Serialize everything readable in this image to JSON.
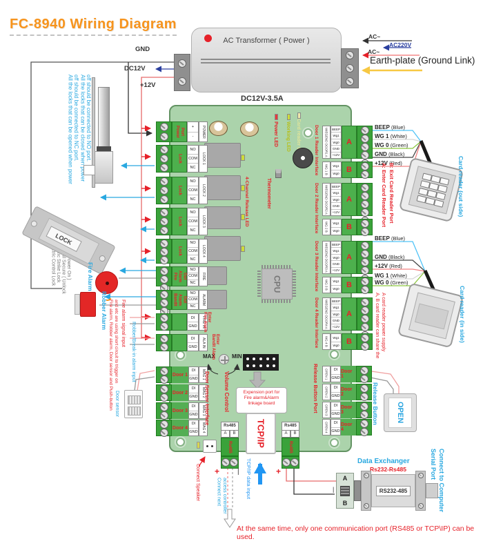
{
  "title": "FC-8940 Wiring Diagram",
  "transformer": {
    "name": "AC Transformer ( Power )",
    "rating": "DC12V-3.5A",
    "ac_top": "AC~",
    "ac220": "AC220V",
    "ac_mid": "AC~",
    "earth": "Earth-plate (Ground Link)"
  },
  "power": {
    "gnd": "GND",
    "dc12v": "DC12V",
    "p12": "+12V"
  },
  "left_notes": {
    "nc": "All the locks that can be opened when power\noff should be connected to NC port.",
    "no": "All the locks that can be closed when  power\noff should be connected to NO port.",
    "lock_types": "Electric Control Lock\nElectric Strike Lock\nNo. Fail Secure ( Unlock\nWhen Power On )",
    "lock_badge": "LOCK",
    "fire_alarm": "Fire Alarm",
    "robber_alarm": "Robber Alarm",
    "trigger": "Fire alarm, Robber alarm, Door sensor and Push-button\nand etc are using short circuit to trigger on",
    "fire_signal": "Fire alarm signal input",
    "robber_signal": "Robber/Break-in alarm input",
    "door_sensor": "Door sensor"
  },
  "board": {
    "leds": {
      "power": "Power LED",
      "working": "Working LED",
      "card": "Card reader LED"
    },
    "thermometer": "Thermometer",
    "release_led": "4-Channel Release LED",
    "cpu": "CPU",
    "left_rows": [
      {
        "label": "Power Port",
        "tag": "POWER",
        "pins": [
          "+",
          "-"
        ]
      },
      {
        "label": "Lock",
        "tag": "LOCK 1",
        "pins": [
          "NO",
          "COM",
          "NC"
        ]
      },
      {
        "label": "Lock",
        "tag": "LOCK 2",
        "pins": [
          "NO",
          "COM",
          "NC"
        ]
      },
      {
        "label": "Lock",
        "tag": "LOCK 3",
        "pins": [
          "NO",
          "COM",
          "NC"
        ]
      },
      {
        "label": "Lock",
        "tag": "LOCK 4",
        "pins": [
          "NO",
          "COM",
          "NC"
        ]
      },
      {
        "label": "Fire Alarm Out",
        "tag": "FIRE",
        "pins": [
          "NO",
          "COM",
          "NC"
        ]
      },
      {
        "label": "Bandit Alarm Out",
        "tag": "ALARM",
        "pins": [
          "NO",
          "COM",
          "NC"
        ]
      },
      {
        "label": "",
        "tag": "FIRE IN",
        "pins": [
          "DI",
          "GND"
        ]
      },
      {
        "label": "",
        "tag": "ALA IN",
        "pins": [
          "DI",
          "GND"
        ]
      }
    ],
    "enter_notes": [
      "Fire Alarm Enter",
      "Bandit Alarm Enter"
    ],
    "door_sensor_section": {
      "title": "Door Sensor Interface",
      "rows": [
        {
          "label": "Door 1",
          "tag": "MAG 1",
          "pins": [
            "DI",
            "GND"
          ]
        },
        {
          "label": "Door 2",
          "tag": "MAG 2",
          "pins": [
            "DI",
            "GND"
          ]
        },
        {
          "label": "Door 3",
          "tag": "MAG 3",
          "pins": [
            "DI",
            "GND"
          ]
        },
        {
          "label": "Door 4",
          "tag": "MAG 4",
          "pins": [
            "DI",
            "GND"
          ]
        }
      ]
    },
    "wiegand": [
      {
        "title": "Door 1 Reader Interface",
        "a_letter": "A",
        "a_tag": "WIEGEND DOOR1 A",
        "a_pins": [
          "BEEP",
          "Wg1",
          "Wg0",
          "GND",
          "+12V"
        ],
        "b_letter": "B",
        "b_tag": "WG 1 B",
        "b_pins": [
          "Wg1",
          "Wg0"
        ]
      },
      {
        "title": "Door 2 Reader Interface",
        "a_letter": "A",
        "a_tag": "WIEGEND DOOR2 A",
        "a_pins": [
          "BEEP",
          "Wg1",
          "Wg0",
          "GND",
          "+12V"
        ],
        "b_letter": "B",
        "b_tag": "WG 2 B",
        "b_pins": [
          "Wg1",
          "Wg0"
        ]
      },
      {
        "title": "Door 3 Reader Interface",
        "a_letter": "A",
        "a_tag": "WIEGEND DOOR3 A",
        "a_pins": [
          "BEEP",
          "Wg1",
          "Wg0",
          "GND",
          "+12V"
        ],
        "b_letter": "B",
        "b_tag": "WG 3 B",
        "b_pins": [
          "Wg1",
          "Wg0"
        ]
      },
      {
        "title": "Door 4 Reader Interface",
        "a_letter": "A",
        "a_tag": "WIEGEND DOOR4 A",
        "a_pins": [
          "BEEP",
          "Wg1",
          "Wg0",
          "GND",
          "+12V"
        ],
        "b_letter": "B",
        "b_tag": "WG 4 B",
        "b_pins": [
          "Wg1",
          "Wg0"
        ]
      }
    ],
    "release_section": {
      "title": "Release Button Port",
      "rows": [
        {
          "label": "Door 1",
          "tag": "OPEN 1",
          "pins": [
            "DI",
            "GND"
          ]
        },
        {
          "label": "Door 2",
          "tag": "OPEN 2",
          "pins": [
            "DI",
            "GND"
          ]
        },
        {
          "label": "Door 3",
          "tag": "OPEN 3",
          "pins": [
            "DI",
            "GND"
          ]
        },
        {
          "label": "Door 4",
          "tag": "OPEN 4",
          "pins": [
            "DI",
            "GND"
          ]
        }
      ]
    },
    "volume": {
      "label": "Volume Control",
      "max": "MAX",
      "min": "MIN"
    },
    "expansion": "Expension port for\nFire alarm&Alarm\nlinkage board",
    "tcpip": "TCP/IP",
    "rs485": {
      "label": "Rs485",
      "a": "A",
      "b": "B",
      "vertical": "Rs485"
    }
  },
  "readers": {
    "wires_out": [
      [
        "BEEP",
        "(Blue)"
      ],
      [
        "WG 1",
        "(White)"
      ],
      [
        "WG 0",
        "(Green)"
      ],
      [
        "GND",
        "(Black)"
      ],
      [
        "+12V",
        "(Red)"
      ]
    ],
    "wires_in": [
      [
        "BEEP",
        "(Blue)"
      ],
      [
        "GND",
        "(Black)"
      ],
      [
        "+12V",
        "(Red)"
      ],
      [
        "WG 1",
        "(White)"
      ],
      [
        "WG 0",
        "(Green)"
      ]
    ],
    "out_label": "Card reader (out side)",
    "in_label": "Card reader (in side)",
    "a_note": "A:  Enter Card Reader Port\nB:  Exit Card Reader Port",
    "share_note": "A, B card reader can share the\nA card reader power supply"
  },
  "release_button": {
    "label": "Release Button",
    "button": "OPEN"
  },
  "bottom": {
    "connect_speaker": "Connect Speaker",
    "plus": "+",
    "minus": "|",
    "connect_next": "Connect next\naccess controller",
    "tcpip_input": "TCP/IP data input",
    "exchanger": {
      "title": "Data Exchanger",
      "subtitle": "Rs232-Rs485",
      "a": "A",
      "b": "B",
      "body": "RS232-485",
      "connect": "Connect to Computer\nSerial Port"
    },
    "note": "At the same time, only one communication port (RS485 or TCP\\IP) can be used."
  },
  "colors": {
    "accent_orange": "#f7941d",
    "label_red": "#e62129",
    "label_blue": "#29a8e0",
    "board_green": "#abd3ab",
    "terminal_green": "#3aa23a"
  }
}
